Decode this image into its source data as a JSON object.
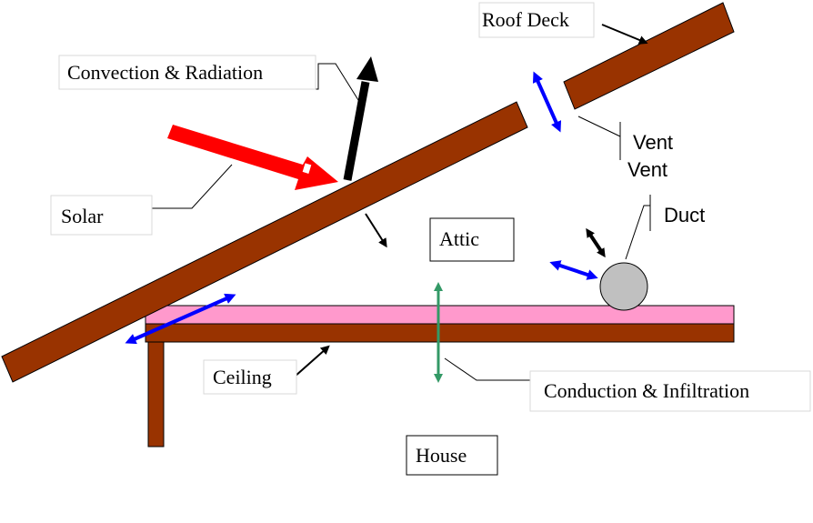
{
  "labels": {
    "roof_deck": "Roof Deck",
    "convection_radiation": "Convection & Radiation",
    "solar": "Solar",
    "vent_1": "Vent",
    "vent_2": "Vent",
    "duct": "Duct",
    "attic": "Attic",
    "ceiling": "Ceiling",
    "conduction_infiltration": "Conduction & Infiltration",
    "house": "House"
  },
  "colors": {
    "wood": "#993300",
    "insulation": "#ff99cc",
    "solar_arrow": "#ff0000",
    "vent_arrow": "#0000ff",
    "conduction_arrow": "#339966",
    "duct_fill": "#c0c0c0",
    "label_border": "#d9d9d9",
    "leader_line": "#000000"
  }
}
